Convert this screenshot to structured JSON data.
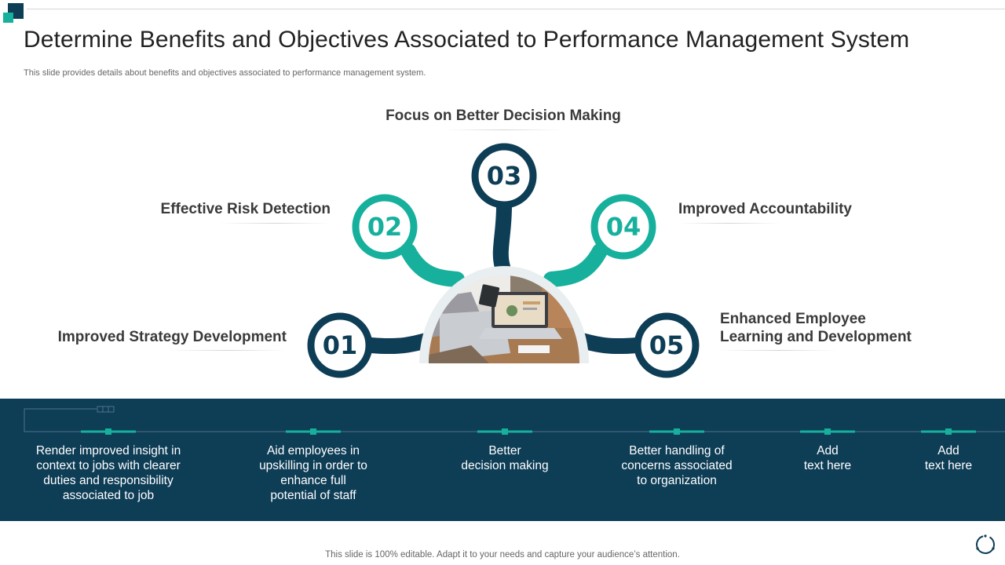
{
  "header": {
    "title": "Determine Benefits and Objectives Associated to Performance Management System",
    "subtitle": "This slide provides details about benefits and objectives associated to performance management system."
  },
  "hub": {
    "nodes": [
      {
        "number": "01",
        "label": "Improved Strategy Development"
      },
      {
        "number": "02",
        "label": "Effective Risk Detection"
      },
      {
        "number": "03",
        "label": "Focus on Better Decision Making"
      },
      {
        "number": "04",
        "label": "Improved Accountability"
      },
      {
        "number": "05",
        "label_line1": "Enhanced Employee",
        "label_line2": "Learning and Development"
      }
    ]
  },
  "band": {
    "items": [
      {
        "lines": [
          "Render improved insight in",
          "context to jobs with clearer",
          "duties and responsibility",
          "associated to job"
        ]
      },
      {
        "lines": [
          "Aid employees in",
          "upskilling in order to",
          "enhance full",
          "potential of staff"
        ]
      },
      {
        "lines": [
          "Better",
          "decision making"
        ]
      },
      {
        "lines": [
          "Better handling of",
          "concerns associated",
          "to organization"
        ]
      },
      {
        "lines": [
          "Add",
          "text here"
        ]
      },
      {
        "lines": [
          "Add",
          "text here"
        ]
      }
    ]
  },
  "footer": {
    "note": "This slide is 100% editable. Adapt it to your needs and capture your audience’s attention."
  },
  "colors": {
    "dark": "#0e3d56",
    "teal": "#17b09c"
  }
}
